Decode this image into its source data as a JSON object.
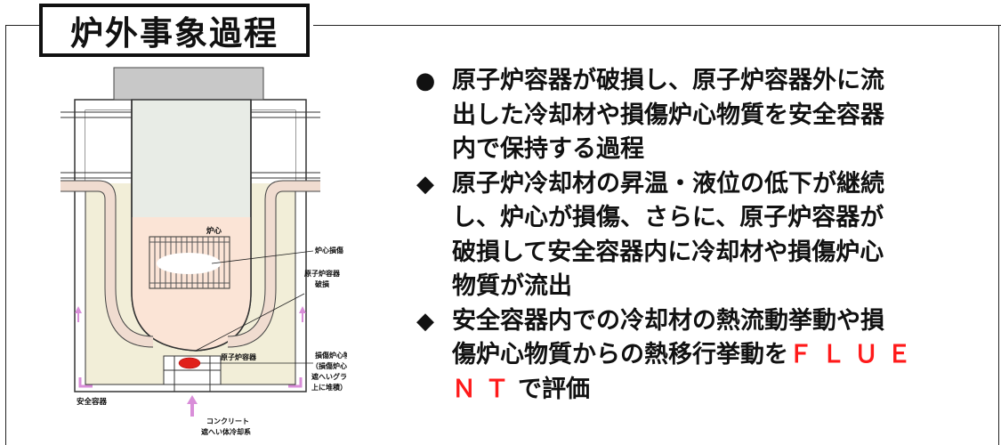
{
  "title": "炉外事象過程",
  "diagram": {
    "labels": {
      "core": "炉心",
      "core_damage": "炉心損傷",
      "vessel_breach_1": "原子炉容器",
      "vessel_breach_2": "破損",
      "reactor_vessel": "原子炉容器",
      "debris_1": "損傷炉心物質",
      "debris_2": "（損傷炉心物質：",
      "debris_3": "遮へいグラファイト",
      "debris_4": "上に堆積）",
      "containment": "安全容器",
      "concrete_1": "コンクリート",
      "concrete_2": "遮へい体冷却系"
    },
    "colors": {
      "cover_gas": "#e8ece6",
      "coolant": "#f2eed8",
      "core_region": "#fbe4d6",
      "debris": "#e0201a",
      "arrow": "#d98ed9",
      "head": "#c8c8c8"
    }
  },
  "bullets": [
    {
      "mark": "●",
      "lines": [
        "原子炉容器が破損し、原子炉容器外に流",
        "出した冷却材や損傷炉心物質を安全容器",
        "内で保持する過程"
      ]
    },
    {
      "mark": "◆",
      "lines": [
        "原子炉冷却材の昇温・液位の低下が継続",
        "し、炉心が損傷、さらに、原子炉容器が",
        "破損して安全容器内に冷却材や損傷炉心",
        "物質が流出"
      ]
    },
    {
      "mark": "◆",
      "lines": [
        "安全容器内での冷却材の熱流動挙動や損",
        "傷炉心物質からの熱移行挙動を"
      ],
      "highlight_1": "ＦＬＵＥ",
      "highlight_2": "ＮＴ",
      "tail": "で評価"
    }
  ]
}
